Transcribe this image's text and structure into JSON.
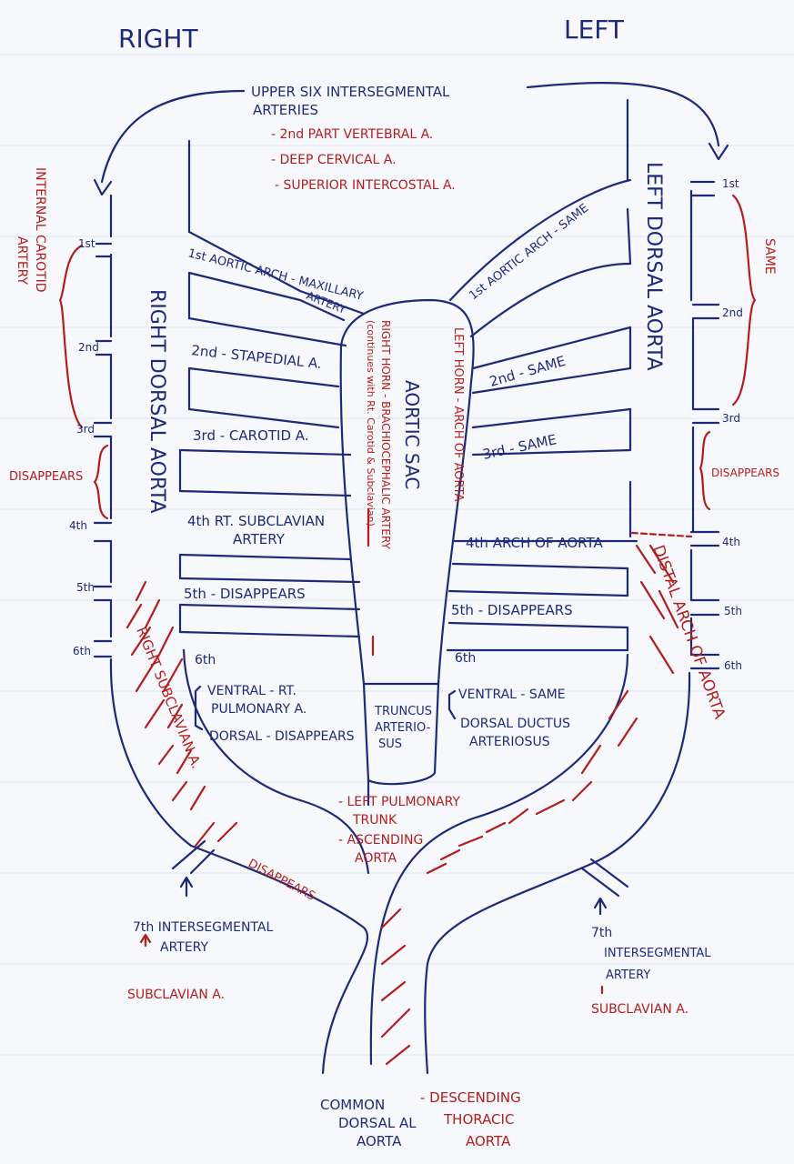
{
  "headers": {
    "right": "RIGHT",
    "left": "LEFT"
  },
  "upper_six": {
    "title_line1": "UPPER SIX INTERSEGMENTAL",
    "title_line2": "ARTERIES",
    "item1": "- 2nd PART VERTEBRAL A.",
    "item2": "- DEEP CERVICAL A.",
    "item3": "- SUPERIOR INTERCOSTAL A."
  },
  "vessels": {
    "right_dorsal_aorta": "RIGHT DORSAL AORTA",
    "left_dorsal_aorta": "LEFT DORSAL AORTA",
    "aortic_sac": "AORTIC SAC",
    "truncus_line1": "TRUNCUS",
    "truncus_line2": "ARTERIO-",
    "truncus_line3": "SUS"
  },
  "right_arches": {
    "a1_line1": "1st AORTIC ARCH - MAXILLARY",
    "a1_line2": "ARTERY",
    "a2": "2nd - STAPEDIAL A.",
    "a3": "3rd - CAROTID A.",
    "a4_line1": "4th RT. SUBCLAVIAN",
    "a4_line2": "ARTERY",
    "a5": "5th - DISAPPEARS",
    "a6": "6th",
    "a6_ventral_line1": "VENTRAL - RT.",
    "a6_ventral_line2": "PULMONARY A.",
    "a6_dorsal": "DORSAL - DISAPPEARS"
  },
  "left_arches": {
    "a1": "1st AORTIC ARCH - SAME",
    "a2": "2nd - SAME",
    "a3": "3rd - SAME",
    "a4": "4th ARCH OF AORTA",
    "a5": "5th - DISAPPEARS",
    "a6": "6th",
    "a6_ventral": "VENTRAL - SAME",
    "a6_dorsal_line1": "DORSAL DUCTUS",
    "a6_dorsal_line2": "ARTERIOSUS"
  },
  "horns": {
    "right_line1": "RIGHT HORN - BRACHIOCEPHALIC ARTERY",
    "right_line2": "(continues with Rt. Carotid & Subclavian)",
    "left": "LEFT HORN - ARCH OF AORTA"
  },
  "segment_numbers": {
    "right": [
      "1st",
      "2nd",
      "3rd",
      "4th",
      "5th",
      "6th"
    ],
    "left": [
      "1st",
      "2nd",
      "3rd",
      "4th",
      "5th",
      "6th"
    ]
  },
  "red_labels": {
    "internal_carotid_line1": "INTERNAL CAROTID",
    "internal_carotid_line2": "ARTERY",
    "same": "SAME",
    "disappears_left_margin": "DISAPPEARS",
    "disappears_right_margin": "DISAPPEARS",
    "distal_arch": "DISTAL ARCH OF AORTA",
    "right_subclavian": "RIGHT SUBCLAVIAN A.",
    "disappears_bottom": "DISAPPEARS",
    "left_pulmonary_line1": "- LEFT PULMONARY",
    "left_pulmonary_line2": "TRUNK",
    "ascending_line1": "- ASCENDING",
    "ascending_line2": "AORTA",
    "subclavian_right": "SUBCLAVIAN A.",
    "subclavian_left": "SUBCLAVIAN A.",
    "descending_line1": "- DESCENDING",
    "descending_line2": "THORACIC",
    "descending_line3": "AORTA"
  },
  "intersegmental_7th": {
    "right_line1": "7th INTERSEGMENTAL",
    "right_line2": "ARTERY",
    "left_line1": "7th",
    "left_line2": "INTERSEGMENTAL",
    "left_line3": "ARTERY"
  },
  "common_dorsal": {
    "line1": "COMMON",
    "line2": "DORSAL AL",
    "line3": "AORTA"
  },
  "colors": {
    "ink_blue": "#1d2a7a",
    "ink_red": "#b51d1d",
    "paper": "#f7f8fb"
  }
}
